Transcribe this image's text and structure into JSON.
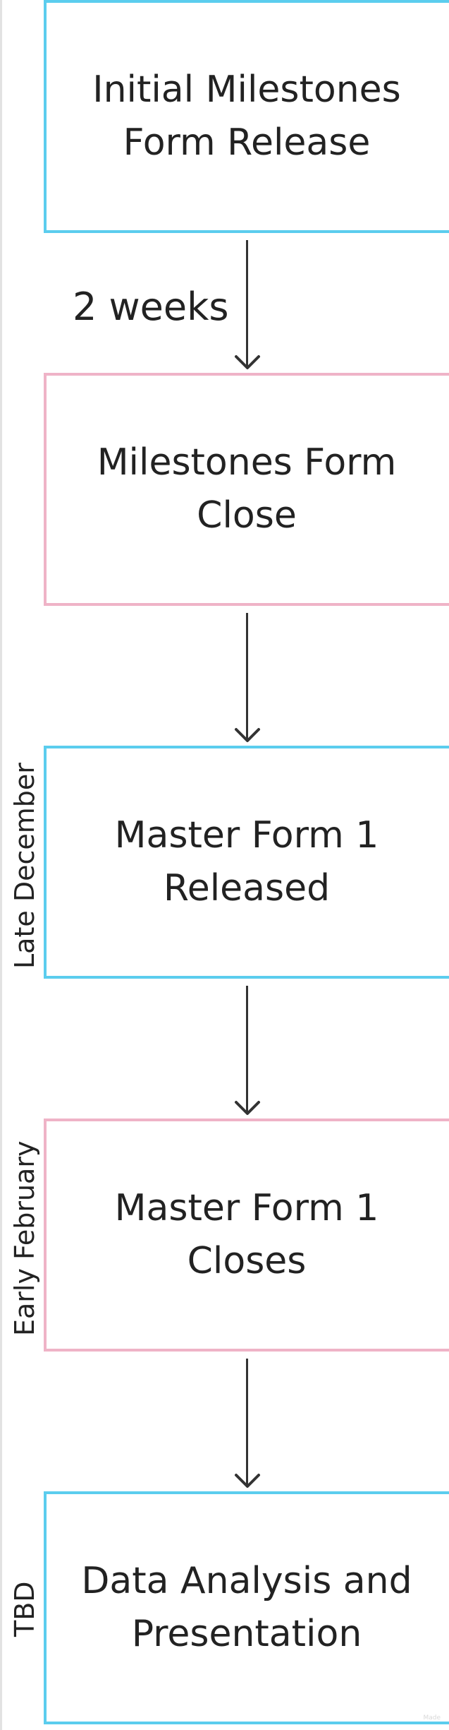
{
  "diagram": {
    "steps": [
      {
        "label": "Initial Milestones\nForm Release",
        "border_color": "#5bcdee"
      },
      {
        "label": "Milestones Form\nClose",
        "border_color": "#efb3c7"
      },
      {
        "label": "Master Form 1\nReleased",
        "border_color": "#5bcdee"
      },
      {
        "label": "Master Form 1\nCloses",
        "border_color": "#efb3c7"
      },
      {
        "label": "Data Analysis and\nPresentation",
        "border_color": "#5bcdee"
      }
    ],
    "connectors": [
      {
        "label": "2 weeks"
      }
    ],
    "timing_labels": [
      "Late December",
      "Early February",
      "TBD"
    ],
    "arrow_color": "#333333",
    "watermark": "Made"
  }
}
